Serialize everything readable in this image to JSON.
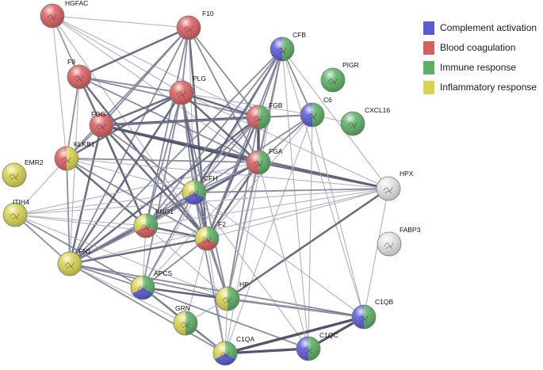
{
  "categories": [
    {
      "key": "complement",
      "label": "Complement activation",
      "color": "#5a5ad6"
    },
    {
      "key": "coagulation",
      "label": "Blood coagulation",
      "color": "#d95f5f"
    },
    {
      "key": "immune",
      "label": "Immune response",
      "color": "#5cb063"
    },
    {
      "key": "inflammatory",
      "label": "Inflammatory response",
      "color": "#d8d450"
    }
  ],
  "nodes": [
    {
      "id": "HGFAC",
      "label": "HGFAC",
      "groups": [
        "coagulation"
      ]
    },
    {
      "id": "F10",
      "label": "F10",
      "groups": [
        "coagulation"
      ]
    },
    {
      "id": "F9",
      "label": "F9",
      "groups": [
        "coagulation"
      ]
    },
    {
      "id": "PLG",
      "label": "PLG",
      "groups": [
        "coagulation"
      ]
    },
    {
      "id": "FGG",
      "label": "FGG",
      "groups": [
        "coagulation"
      ]
    },
    {
      "id": "CFB",
      "label": "CFB",
      "groups": [
        "immune",
        "complement"
      ]
    },
    {
      "id": "PIGR",
      "label": "PIGR",
      "groups": [
        "immune"
      ]
    },
    {
      "id": "C6",
      "label": "C6",
      "groups": [
        "immune",
        "complement"
      ]
    },
    {
      "id": "CXCL16",
      "label": "CXCL16",
      "groups": [
        "immune"
      ]
    },
    {
      "id": "FGB",
      "label": "FGB",
      "groups": [
        "immune",
        "coagulation"
      ]
    },
    {
      "id": "FGA",
      "label": "FGA",
      "groups": [
        "immune",
        "coagulation"
      ]
    },
    {
      "id": "KLKB1",
      "label": "KLKB1",
      "groups": [
        "inflammatory",
        "coagulation"
      ]
    },
    {
      "id": "EMR2",
      "label": "EMR2",
      "groups": [
        "inflammatory"
      ]
    },
    {
      "id": "HPX",
      "label": "HPX",
      "groups": []
    },
    {
      "id": "CFH",
      "label": "CFH",
      "groups": [
        "immune",
        "complement",
        "inflammatory"
      ]
    },
    {
      "id": "ITIH4",
      "label": "ITIH4",
      "groups": [
        "inflammatory"
      ]
    },
    {
      "id": "KNG1",
      "label": "KNG1",
      "groups": [
        "immune",
        "coagulation",
        "inflammatory"
      ]
    },
    {
      "id": "F2",
      "label": "F2",
      "groups": [
        "immune",
        "coagulation",
        "inflammatory"
      ]
    },
    {
      "id": "FABP3",
      "label": "FABP3",
      "groups": []
    },
    {
      "id": "FN1",
      "label": "FN1",
      "groups": [
        "inflammatory"
      ]
    },
    {
      "id": "APCS",
      "label": "APCS",
      "groups": [
        "immune",
        "complement",
        "inflammatory"
      ]
    },
    {
      "id": "HP",
      "label": "HP",
      "groups": [
        "immune",
        "inflammatory"
      ]
    },
    {
      "id": "GRN",
      "label": "GRN",
      "groups": [
        "immune",
        "inflammatory"
      ]
    },
    {
      "id": "C1QB",
      "label": "C1QB",
      "groups": [
        "immune",
        "complement"
      ]
    },
    {
      "id": "C1QA",
      "label": "C1QA",
      "groups": [
        "immune",
        "complement",
        "inflammatory"
      ]
    },
    {
      "id": "C1QC",
      "label": "C1QC",
      "groups": [
        "immune",
        "complement"
      ]
    }
  ],
  "edges": [
    {
      "a": "HGFAC",
      "b": "F9",
      "w": 2
    },
    {
      "a": "HGFAC",
      "b": "FGG",
      "w": 1
    },
    {
      "a": "HGFAC",
      "b": "PLG",
      "w": 1
    },
    {
      "a": "HGFAC",
      "b": "KLKB1",
      "w": 1
    },
    {
      "a": "HGFAC",
      "b": "FGB",
      "w": 1
    },
    {
      "a": "HGFAC",
      "b": "FGA",
      "w": 1
    },
    {
      "a": "HGFAC",
      "b": "F2",
      "w": 1
    },
    {
      "a": "HGFAC",
      "b": "F10",
      "w": 1
    },
    {
      "a": "F10",
      "b": "F9",
      "w": 3
    },
    {
      "a": "F10",
      "b": "PLG",
      "w": 2
    },
    {
      "a": "F10",
      "b": "FGG",
      "w": 2
    },
    {
      "a": "F10",
      "b": "KLKB1",
      "w": 2
    },
    {
      "a": "F10",
      "b": "F2",
      "w": 3
    },
    {
      "a": "F10",
      "b": "KNG1",
      "w": 2
    },
    {
      "a": "F10",
      "b": "FGB",
      "w": 2
    },
    {
      "a": "F10",
      "b": "FGA",
      "w": 2
    },
    {
      "a": "F10",
      "b": "CFH",
      "w": 1
    },
    {
      "a": "F10",
      "b": "FN1",
      "w": 2
    },
    {
      "a": "F9",
      "b": "PLG",
      "w": 2
    },
    {
      "a": "F9",
      "b": "FGG",
      "w": 3
    },
    {
      "a": "F9",
      "b": "KLKB1",
      "w": 2
    },
    {
      "a": "F9",
      "b": "F2",
      "w": 3
    },
    {
      "a": "F9",
      "b": "KNG1",
      "w": 2
    },
    {
      "a": "F9",
      "b": "FGB",
      "w": 2
    },
    {
      "a": "F9",
      "b": "FGA",
      "w": 2
    },
    {
      "a": "F9",
      "b": "FN1",
      "w": 1
    },
    {
      "a": "PLG",
      "b": "FGG",
      "w": 3
    },
    {
      "a": "PLG",
      "b": "FGB",
      "w": 3
    },
    {
      "a": "PLG",
      "b": "FGA",
      "w": 3
    },
    {
      "a": "PLG",
      "b": "KLKB1",
      "w": 3
    },
    {
      "a": "PLG",
      "b": "F2",
      "w": 3
    },
    {
      "a": "PLG",
      "b": "KNG1",
      "w": 2
    },
    {
      "a": "PLG",
      "b": "FN1",
      "w": 3
    },
    {
      "a": "PLG",
      "b": "CFH",
      "w": 2
    },
    {
      "a": "PLG",
      "b": "HP",
      "w": 2
    },
    {
      "a": "PLG",
      "b": "APCS",
      "w": 2
    },
    {
      "a": "PLG",
      "b": "C6",
      "w": 1
    },
    {
      "a": "PLG",
      "b": "HPX",
      "w": 1
    },
    {
      "a": "FGG",
      "b": "FGB",
      "w": 4
    },
    {
      "a": "FGG",
      "b": "FGA",
      "w": 4
    },
    {
      "a": "FGG",
      "b": "KLKB1",
      "w": 2
    },
    {
      "a": "FGG",
      "b": "F2",
      "w": 3
    },
    {
      "a": "FGG",
      "b": "KNG1",
      "w": 3
    },
    {
      "a": "FGG",
      "b": "FN1",
      "w": 3
    },
    {
      "a": "FGG",
      "b": "HPX",
      "w": 3
    },
    {
      "a": "FGG",
      "b": "CFH",
      "w": 2
    },
    {
      "a": "FGG",
      "b": "C6",
      "w": 2
    },
    {
      "a": "FGB",
      "b": "FGA",
      "w": 4
    },
    {
      "a": "FGB",
      "b": "F2",
      "w": 3
    },
    {
      "a": "FGB",
      "b": "KNG1",
      "w": 2
    },
    {
      "a": "FGB",
      "b": "FN1",
      "w": 3
    },
    {
      "a": "FGB",
      "b": "C6",
      "w": 2
    },
    {
      "a": "FGB",
      "b": "CFB",
      "w": 2
    },
    {
      "a": "FGB",
      "b": "CFH",
      "w": 2
    },
    {
      "a": "FGB",
      "b": "HP",
      "w": 2
    },
    {
      "a": "FGA",
      "b": "F2",
      "w": 3
    },
    {
      "a": "FGA",
      "b": "KNG1",
      "w": 2
    },
    {
      "a": "FGA",
      "b": "FN1",
      "w": 3
    },
    {
      "a": "FGA",
      "b": "HPX",
      "w": 3
    },
    {
      "a": "FGA",
      "b": "CFH",
      "w": 2
    },
    {
      "a": "FGA",
      "b": "ITIH4",
      "w": 1
    },
    {
      "a": "FGA",
      "b": "KLKB1",
      "w": 2
    },
    {
      "a": "FGA",
      "b": "HP",
      "w": 2
    },
    {
      "a": "FGA",
      "b": "APCS",
      "w": 1
    },
    {
      "a": "CFB",
      "b": "C6",
      "w": 2
    },
    {
      "a": "CFB",
      "b": "CFH",
      "w": 3
    },
    {
      "a": "CFB",
      "b": "F2",
      "w": 2
    },
    {
      "a": "CFB",
      "b": "KNG1",
      "w": 2
    },
    {
      "a": "CFB",
      "b": "FN1",
      "w": 2
    },
    {
      "a": "CFB",
      "b": "APCS",
      "w": 1
    },
    {
      "a": "CFB",
      "b": "HP",
      "w": 1
    },
    {
      "a": "CFB",
      "b": "C1QA",
      "w": 1
    },
    {
      "a": "CFB",
      "b": "C1QB",
      "w": 1
    },
    {
      "a": "CFB",
      "b": "C1QC",
      "w": 1
    },
    {
      "a": "CFB",
      "b": "HPX",
      "w": 1
    },
    {
      "a": "CFB",
      "b": "FGA",
      "w": 2
    },
    {
      "a": "C6",
      "b": "CFH",
      "w": 2
    },
    {
      "a": "C6",
      "b": "C1QA",
      "w": 1
    },
    {
      "a": "C6",
      "b": "C1QB",
      "w": 1
    },
    {
      "a": "C6",
      "b": "C1QC",
      "w": 1
    },
    {
      "a": "C6",
      "b": "F2",
      "w": 1
    },
    {
      "a": "C6",
      "b": "FGA",
      "w": 2
    },
    {
      "a": "CXCL16",
      "b": "C6",
      "w": 1
    },
    {
      "a": "KLKB1",
      "b": "KNG1",
      "w": 3
    },
    {
      "a": "KLKB1",
      "b": "F2",
      "w": 2
    },
    {
      "a": "KLKB1",
      "b": "FN1",
      "w": 2
    },
    {
      "a": "KLKB1",
      "b": "HPX",
      "w": 1
    },
    {
      "a": "KLKB1",
      "b": "ITIH4",
      "w": 1
    },
    {
      "a": "KLKB1",
      "b": "CFH",
      "w": 1
    },
    {
      "a": "ITIH4",
      "b": "FN1",
      "w": 2
    },
    {
      "a": "ITIH4",
      "b": "APCS",
      "w": 2
    },
    {
      "a": "ITIH4",
      "b": "F2",
      "w": 1
    },
    {
      "a": "ITIH4",
      "b": "KNG1",
      "w": 1
    },
    {
      "a": "ITIH4",
      "b": "HPX",
      "w": 1
    },
    {
      "a": "ITIH4",
      "b": "CFH",
      "w": 1
    },
    {
      "a": "ITIH4",
      "b": "HP",
      "w": 1
    },
    {
      "a": "CFH",
      "b": "F2",
      "w": 2
    },
    {
      "a": "CFH",
      "b": "KNG1",
      "w": 2
    },
    {
      "a": "CFH",
      "b": "FN1",
      "w": 2
    },
    {
      "a": "CFH",
      "b": "APCS",
      "w": 2
    },
    {
      "a": "CFH",
      "b": "HP",
      "w": 2
    },
    {
      "a": "CFH",
      "b": "C1QA",
      "w": 2
    },
    {
      "a": "CFH",
      "b": "C1QB",
      "w": 1
    },
    {
      "a": "CFH",
      "b": "C1QC",
      "w": 1
    },
    {
      "a": "CFH",
      "b": "HPX",
      "w": 2
    },
    {
      "a": "KNG1",
      "b": "F2",
      "w": 3
    },
    {
      "a": "KNG1",
      "b": "FN1",
      "w": 2
    },
    {
      "a": "KNG1",
      "b": "APCS",
      "w": 1
    },
    {
      "a": "KNG1",
      "b": "HPX",
      "w": 1
    },
    {
      "a": "KNG1",
      "b": "HP",
      "w": 1
    },
    {
      "a": "F2",
      "b": "FN1",
      "w": 3
    },
    {
      "a": "F2",
      "b": "APCS",
      "w": 2
    },
    {
      "a": "F2",
      "b": "HP",
      "w": 2
    },
    {
      "a": "F2",
      "b": "HPX",
      "w": 1
    },
    {
      "a": "F2",
      "b": "C1QA",
      "w": 1
    },
    {
      "a": "F2",
      "b": "GRN",
      "w": 1
    },
    {
      "a": "FN1",
      "b": "APCS",
      "w": 2
    },
    {
      "a": "FN1",
      "b": "HP",
      "w": 2
    },
    {
      "a": "FN1",
      "b": "C1QA",
      "w": 2
    },
    {
      "a": "FN1",
      "b": "C1QB",
      "w": 2
    },
    {
      "a": "FN1",
      "b": "HPX",
      "w": 1
    },
    {
      "a": "FN1",
      "b": "GRN",
      "w": 1
    },
    {
      "a": "APCS",
      "b": "HP",
      "w": 2
    },
    {
      "a": "APCS",
      "b": "C1QA",
      "w": 3
    },
    {
      "a": "APCS",
      "b": "C1QB",
      "w": 3
    },
    {
      "a": "APCS",
      "b": "C1QC",
      "w": 2
    },
    {
      "a": "APCS",
      "b": "GRN",
      "w": 1
    },
    {
      "a": "HP",
      "b": "HPX",
      "w": 3
    },
    {
      "a": "HP",
      "b": "C1QA",
      "w": 1
    },
    {
      "a": "HP",
      "b": "C1QB",
      "w": 1
    },
    {
      "a": "HP",
      "b": "GRN",
      "w": 1
    },
    {
      "a": "C1QA",
      "b": "C1QB",
      "w": 4
    },
    {
      "a": "C1QA",
      "b": "C1QC",
      "w": 4
    },
    {
      "a": "C1QB",
      "b": "C1QC",
      "w": 4
    },
    {
      "a": "C1QB",
      "b": "HPX",
      "w": 1
    },
    {
      "a": "C1QC",
      "b": "FGA",
      "w": 1
    },
    {
      "a": "GRN",
      "b": "C1QA",
      "w": 1
    }
  ]
}
